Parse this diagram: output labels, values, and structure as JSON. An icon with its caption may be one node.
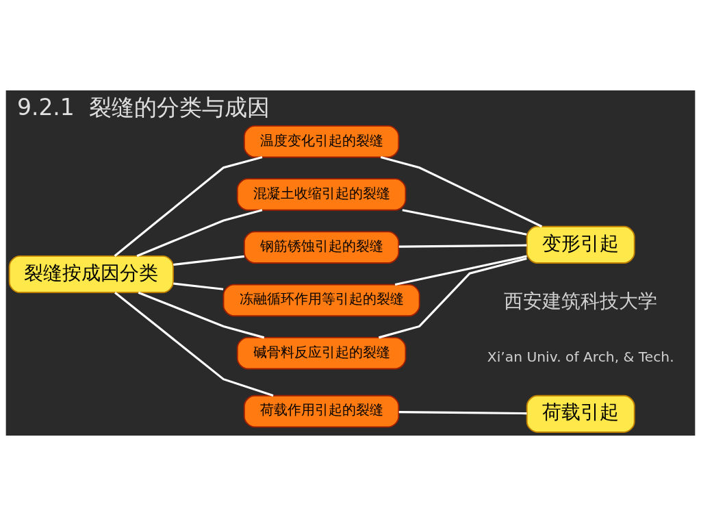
{
  "diagram": {
    "title": "9.2.1  裂缝的分类与成因",
    "nodes": [
      {
        "text": [
          "裂缝按成因分类"
        ]
      },
      {
        "text": [
          "荷载作用引起的裂缝"
        ]
      },
      {
        "text": [
          "温度变化引起的裂缝"
        ]
      },
      {
        "text": [
          "混凝土收缩引起的裂缝"
        ]
      },
      {
        "text": [
          "钢筋锈蚀引起的裂缝"
        ]
      },
      {
        "text": [
          "冻融循环作用等引起的裂缝"
        ]
      },
      {
        "text": [
          "碱骨料反应引起的裂缝"
        ]
      },
      {
        "text": [
          "荷载引起"
        ]
      },
      {
        "text": [
          "变形引起"
        ]
      }
    ],
    "edges": [
      {
        "from": 0,
        "to": 1,
        "arrow": "none"
      },
      {
        "from": 0,
        "to": 2,
        "arrow": "none"
      },
      {
        "from": 0,
        "to": 3,
        "arrow": "none"
      },
      {
        "from": 0,
        "to": 4,
        "arrow": "none"
      },
      {
        "from": 0,
        "to": 5,
        "arrow": "none"
      },
      {
        "from": 0,
        "to": 6,
        "arrow": "none"
      },
      {
        "from": 1,
        "to": 7,
        "arrow": "none"
      },
      {
        "from": 2,
        "to": 8,
        "arrow": "none"
      },
      {
        "from": 3,
        "to": 8,
        "arrow": "none"
      },
      {
        "from": 4,
        "to": 8,
        "arrow": "none"
      },
      {
        "from": 5,
        "to": 8,
        "arrow": "none"
      },
      {
        "from": 6,
        "to": 8,
        "arrow": "none"
      }
    ],
    "labels": [
      "西安建筑科技大学",
      "Xi’an Univ. of Arch, & Tech."
    ]
  }
}
